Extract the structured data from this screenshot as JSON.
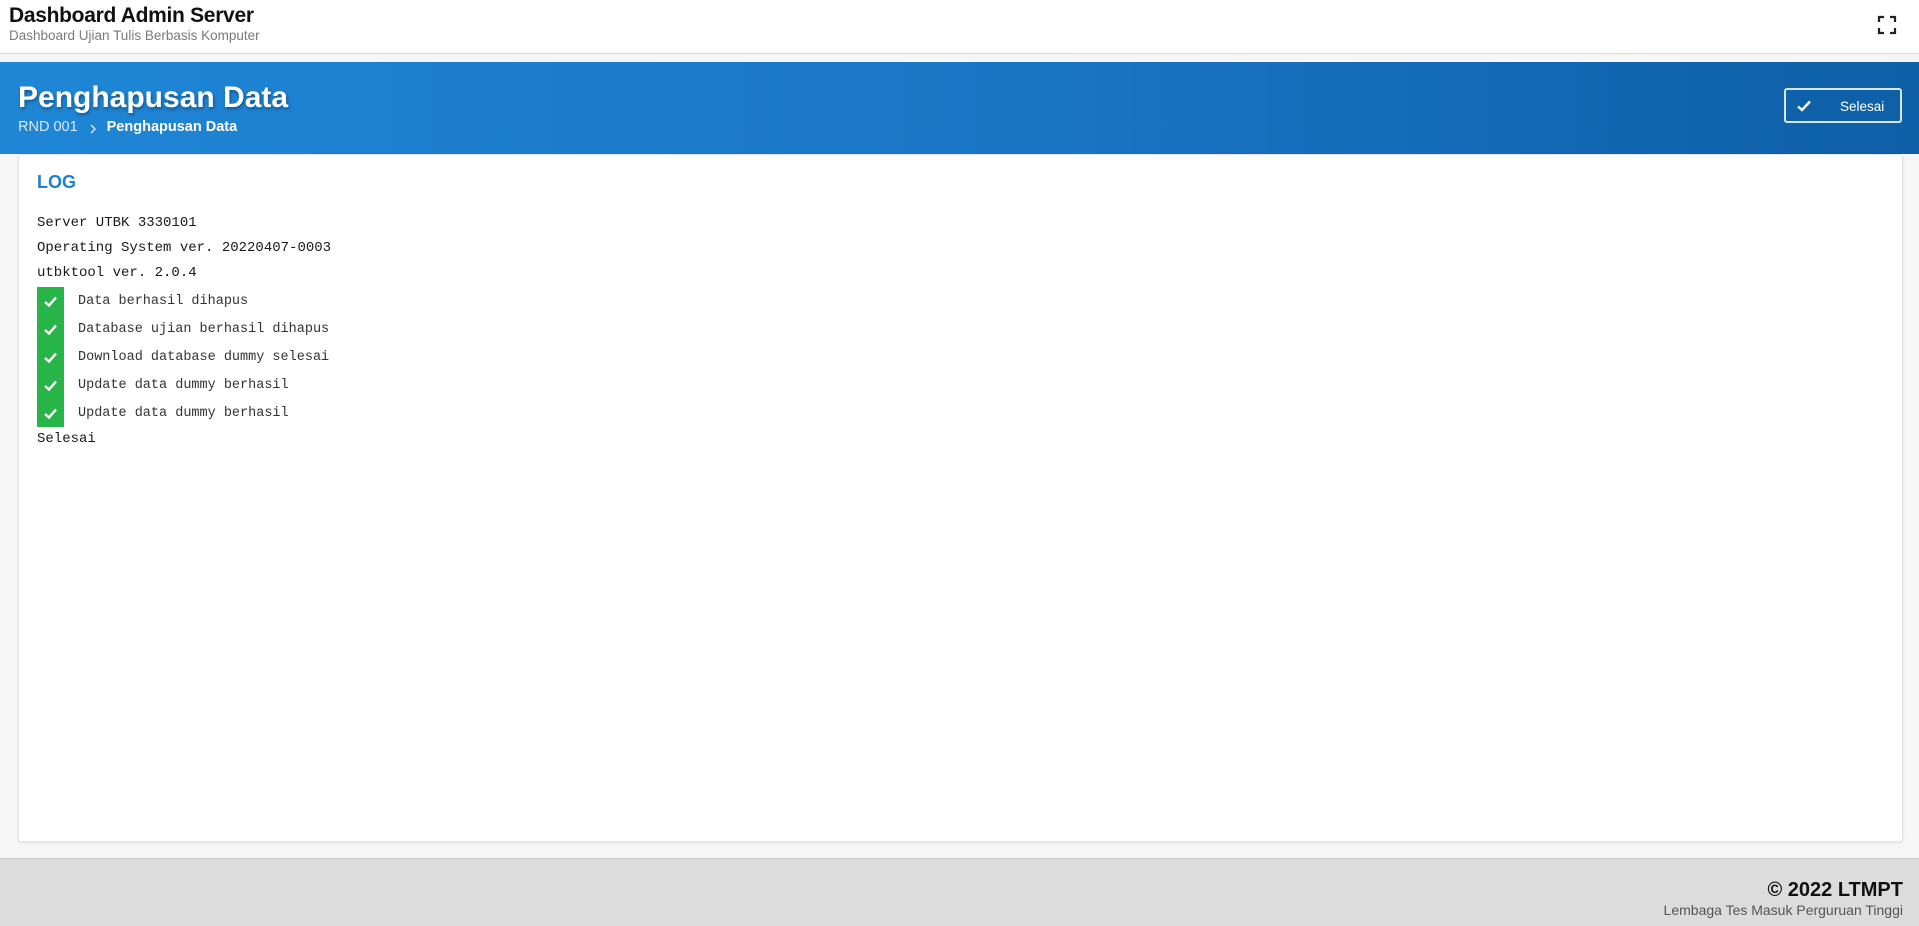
{
  "header": {
    "title": "Dashboard Admin Server",
    "subtitle": "Dashboard Ujian Tulis Berbasis Komputer",
    "fullscreen_icon": "fullscreen-icon"
  },
  "page": {
    "title": "Penghapusan Data",
    "breadcrumb": {
      "root": "RND 001",
      "current": "Penghapusan Data"
    },
    "done_button": {
      "label": "Selesai",
      "icon": "check-icon"
    }
  },
  "log": {
    "title": "LOG",
    "system_lines": [
      "Server UTBK 3330101",
      "Operating System ver. 20220407-0003",
      "utbktool ver. 2.0.4"
    ],
    "entries": [
      "Data berhasil dihapus",
      "Database ujian berhasil dihapus",
      "Download database dummy selesai",
      "Update data dummy berhasil",
      "Update data dummy berhasil"
    ],
    "final_status": "Selesai"
  },
  "footer": {
    "copyright": "© 2022 LTMPT",
    "organization": "Lembaga Tes Masuk Perguruan Tinggi"
  },
  "colors": {
    "accent": "#1c7fd1",
    "band_start": "#1f86d6",
    "band_end": "#0d5fa6",
    "success": "#27b54a"
  }
}
